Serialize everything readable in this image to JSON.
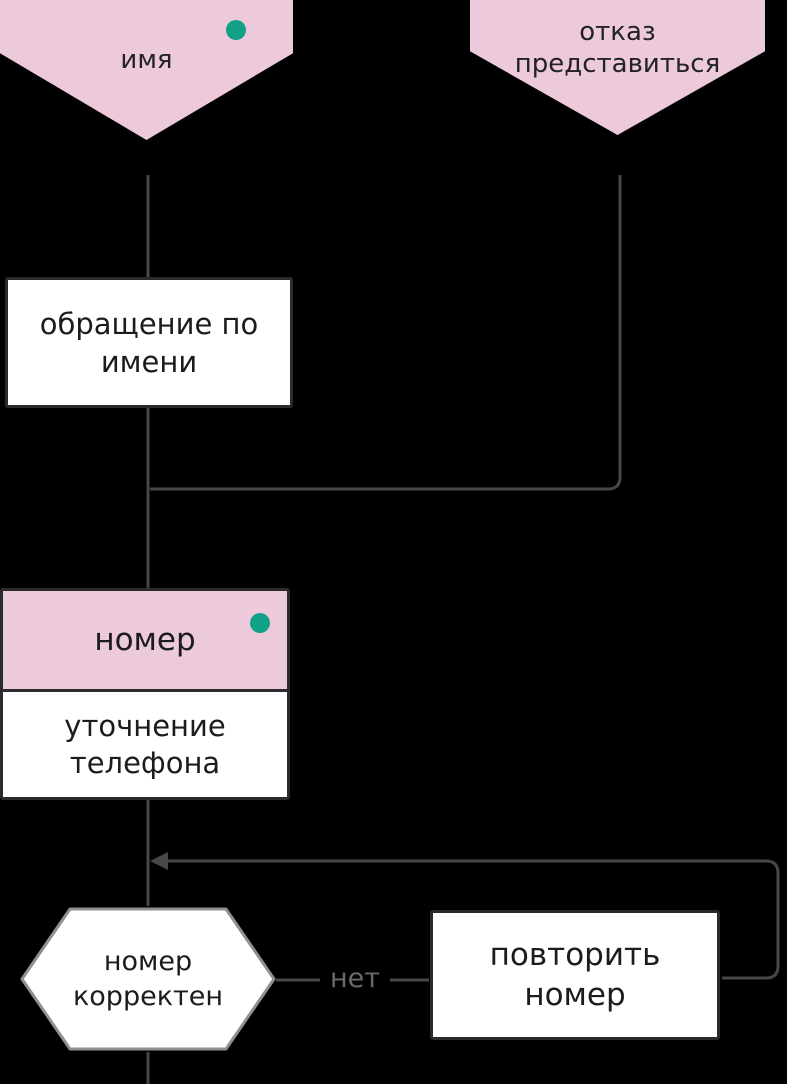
{
  "diagram": {
    "background": "#000000",
    "line_color": "#474747",
    "accent_pink": "#edc9dc",
    "status_dot_color": "#12a188",
    "nodes": {
      "intent_name": {
        "label": "имя",
        "type": "intent"
      },
      "intent_refuse": {
        "label": "отказ представиться",
        "type": "intent"
      },
      "action_greet_by_name": {
        "label": "обращение по имени",
        "type": "action"
      },
      "step_number": {
        "title": "номер",
        "body": "уточнение телефона",
        "type": "step"
      },
      "condition_number_correct": {
        "label": "номер корректен",
        "type": "condition"
      },
      "action_repeat_number": {
        "label": "повторить номер",
        "type": "action"
      }
    },
    "edges": {
      "no_label": "нет"
    }
  }
}
